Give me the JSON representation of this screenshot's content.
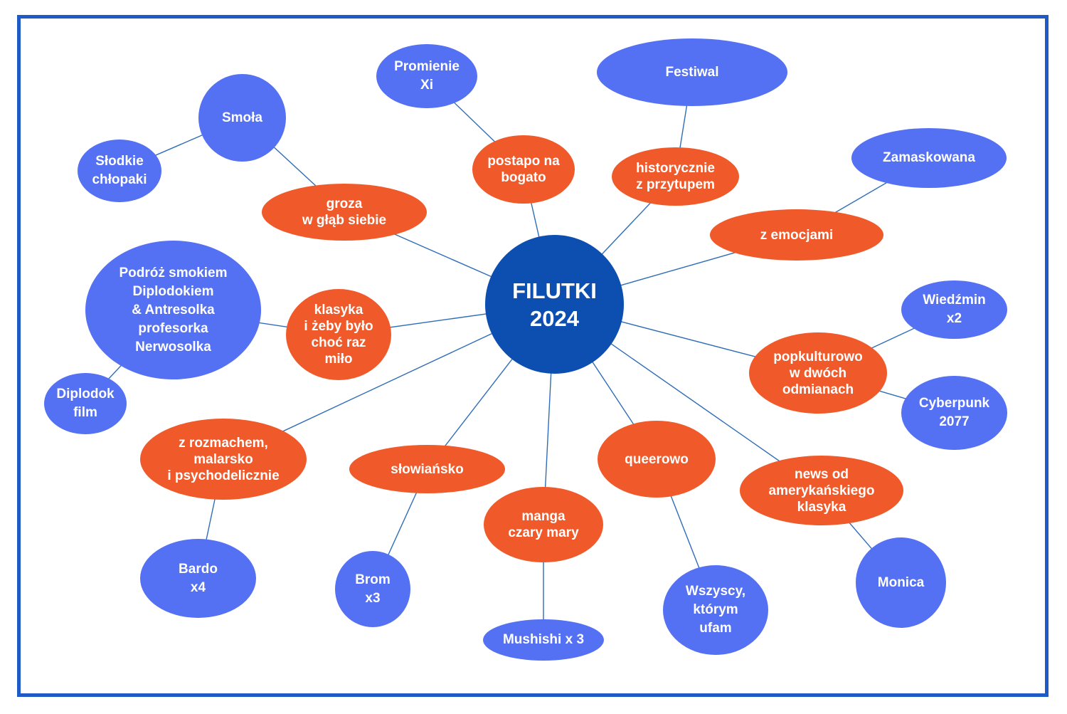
{
  "colors": {
    "frame": "#1f5bc7",
    "center": "#0d4fb0",
    "category": "#f05a2a",
    "leaf": "#5470f3",
    "line": "#2f6db8",
    "text": "#ffffff"
  },
  "center": {
    "label": "FILUTKI\n2024"
  },
  "categories": [
    {
      "key": "groza",
      "label": "groza\nw głąb siebie"
    },
    {
      "key": "postapo",
      "label": "postapo na\nbogato"
    },
    {
      "key": "historycznie",
      "label": "historycznie\nz przytupem"
    },
    {
      "key": "emocje",
      "label": "z emocjami"
    },
    {
      "key": "klasyka",
      "label": "klasyka\ni żeby było\nchoć raz\nmiło"
    },
    {
      "key": "popkultura",
      "label": "popkulturowo\nw dwóch\nodmianach"
    },
    {
      "key": "rozmach",
      "label": "z rozmachem,\nmalarsko\ni psychodelicznie"
    },
    {
      "key": "slowiansko",
      "label": "słowiańsko"
    },
    {
      "key": "manga",
      "label": "manga\nczary mary"
    },
    {
      "key": "queerowo",
      "label": "queerowo"
    },
    {
      "key": "news",
      "label": "news od\namerykańskiego\nklasyka"
    }
  ],
  "leaves": [
    {
      "key": "smola",
      "label": "Smoła"
    },
    {
      "key": "slodkie",
      "label": "Słodkie\nchłopaki"
    },
    {
      "key": "promienie",
      "label": "Promienie\nXi"
    },
    {
      "key": "festiwal",
      "label": "Festiwal"
    },
    {
      "key": "zamaskowana",
      "label": "Zamaskowana"
    },
    {
      "key": "podroz",
      "label": "Podróż smokiem\nDiplodokiem\n& Antresolka\nprofesorka\nNerwosolka"
    },
    {
      "key": "diplodok",
      "label": "Diplodok\nfilm"
    },
    {
      "key": "wiedzmin",
      "label": "Wiedźmin\nx2"
    },
    {
      "key": "cyberpunk",
      "label": "Cyberpunk\n2077"
    },
    {
      "key": "bardo",
      "label": "Bardo\nx4"
    },
    {
      "key": "brom",
      "label": "Brom\nx3"
    },
    {
      "key": "mushishi",
      "label": "Mushishi x 3"
    },
    {
      "key": "wszyscy",
      "label": "Wszyscy,\nktórym\nufam"
    },
    {
      "key": "monica",
      "label": "Monica"
    }
  ],
  "links": [
    [
      "center",
      "groza"
    ],
    [
      "center",
      "postapo"
    ],
    [
      "center",
      "historycznie"
    ],
    [
      "center",
      "emocje"
    ],
    [
      "center",
      "klasyka"
    ],
    [
      "center",
      "popkultura"
    ],
    [
      "center",
      "rozmach"
    ],
    [
      "center",
      "slowiansko"
    ],
    [
      "center",
      "manga"
    ],
    [
      "center",
      "queerowo"
    ],
    [
      "center",
      "news"
    ],
    [
      "groza",
      "smola"
    ],
    [
      "smola",
      "slodkie"
    ],
    [
      "postapo",
      "promienie"
    ],
    [
      "historycznie",
      "festiwal"
    ],
    [
      "emocje",
      "zamaskowana"
    ],
    [
      "klasyka",
      "podroz"
    ],
    [
      "podroz",
      "diplodok"
    ],
    [
      "popkultura",
      "wiedzmin"
    ],
    [
      "popkultura",
      "cyberpunk"
    ],
    [
      "rozmach",
      "bardo"
    ],
    [
      "slowiansko",
      "brom"
    ],
    [
      "manga",
      "mushishi"
    ],
    [
      "queerowo",
      "wszyscy"
    ],
    [
      "news",
      "monica"
    ]
  ]
}
